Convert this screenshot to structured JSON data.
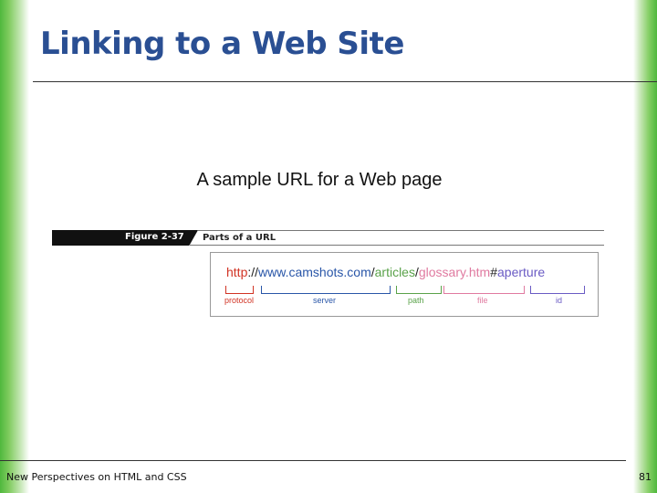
{
  "slide": {
    "title": "Linking to a Web Site",
    "caption": "A sample URL for a Web page"
  },
  "figure": {
    "number": "Figure 2-37",
    "title": "Parts of a URL",
    "url_parts": {
      "protocol": "http",
      "sep1": "://",
      "server": "www.camshots.com",
      "sep2": "/",
      "path": "articles",
      "sep3": "/",
      "file": "glossary.htm",
      "hash": "#",
      "id": "aperture"
    },
    "labels": {
      "protocol": "protocol",
      "server": "server",
      "path": "path",
      "file": "file",
      "id": "id"
    }
  },
  "footer": {
    "left": "New Perspectives on HTML and CSS",
    "page": "81"
  },
  "colors": {
    "title": "#2a4f93",
    "accent_green": "#4fb83d",
    "protocol": "#d13324",
    "server": "#2956a8",
    "path": "#5aa24a",
    "file": "#e07aa0",
    "id": "#6a5bc4"
  }
}
